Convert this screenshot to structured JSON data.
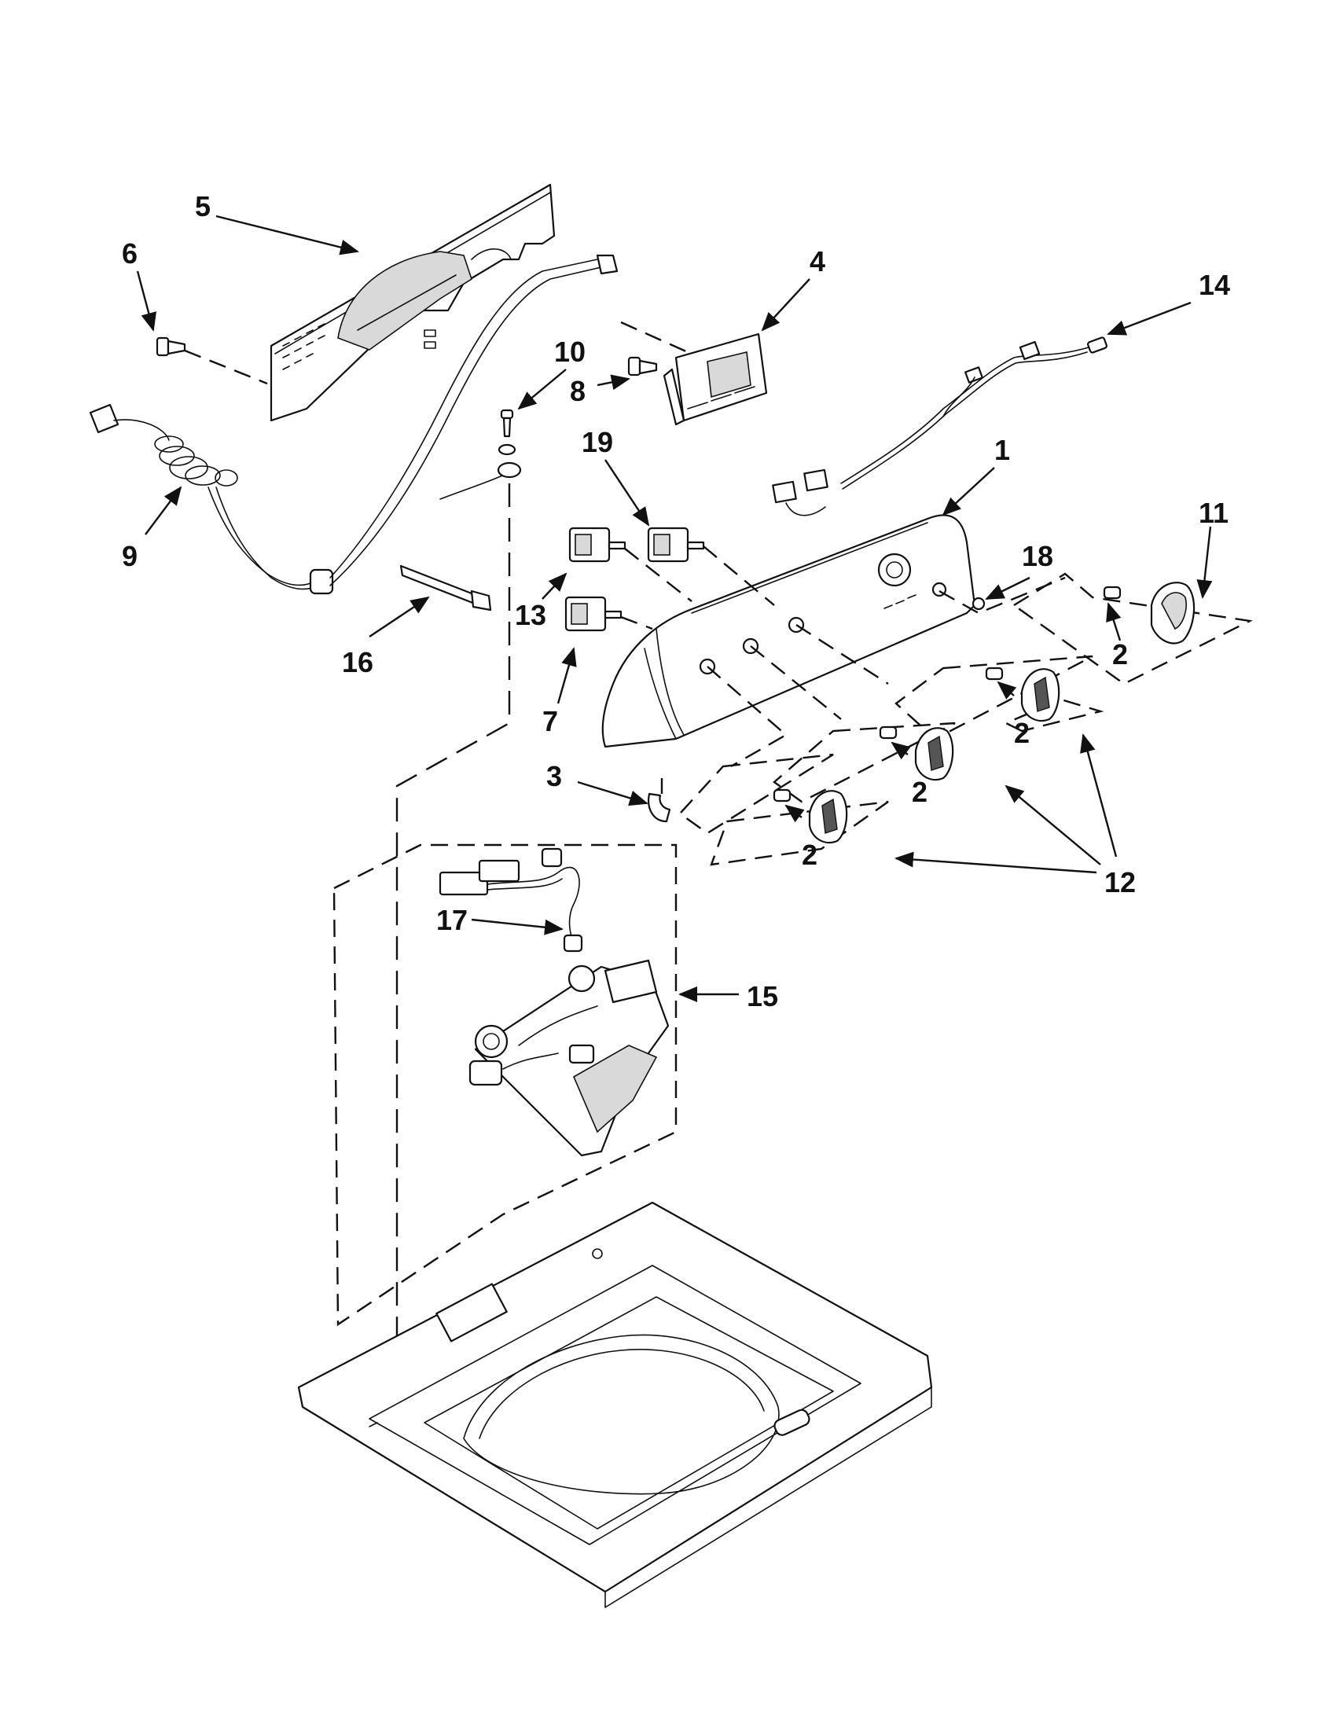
{
  "callouts": {
    "c1": "1",
    "c2a": "2",
    "c2b": "2",
    "c2c": "2",
    "c2d": "2",
    "c3": "3",
    "c4": "4",
    "c5": "5",
    "c6": "6",
    "c7": "7",
    "c8": "8",
    "c9": "9",
    "c10": "10",
    "c11": "11",
    "c12": "12",
    "c13": "13",
    "c14": "14",
    "c15": "15",
    "c16": "16",
    "c17": "17",
    "c18": "18",
    "c19": "19"
  },
  "colors": {
    "line": "#111111",
    "background": "#ffffff"
  }
}
